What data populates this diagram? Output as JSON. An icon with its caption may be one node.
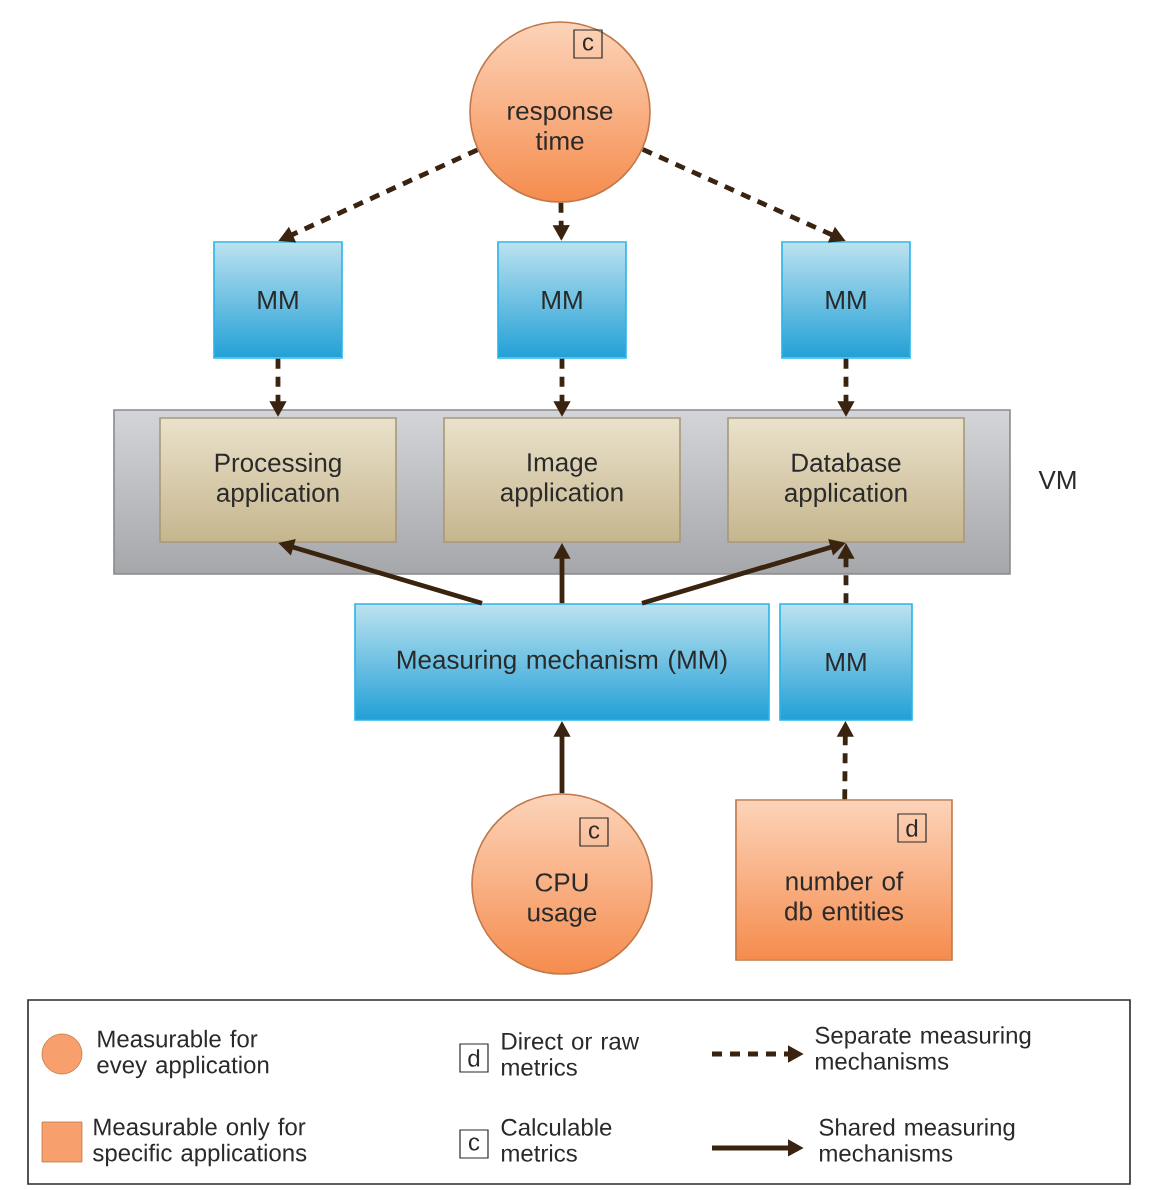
{
  "diagram": {
    "nodes": [
      {
        "text": [
          "c",
          "response time"
        ]
      },
      {
        "text": [
          "MM"
        ]
      },
      {
        "text": [
          "MM"
        ]
      },
      {
        "text": [
          "MM"
        ]
      },
      {
        "text": [
          "VM"
        ]
      },
      {
        "text": [
          "Processing application"
        ],
        "in": 4
      },
      {
        "text": [
          "Image application"
        ],
        "in": 4
      },
      {
        "text": [
          "Database application"
        ],
        "in": 4
      },
      {
        "text": [
          "Measuring mechanism (MM)"
        ]
      },
      {
        "text": [
          "MM"
        ]
      },
      {
        "text": [
          "c",
          "CPU usage"
        ]
      },
      {
        "text": [
          "d",
          "number of db entities"
        ]
      }
    ],
    "edges": [
      {
        "from": 0,
        "to": 1,
        "arrow": "to",
        "style": "dashed"
      },
      {
        "from": 0,
        "to": 2,
        "arrow": "to",
        "style": "dashed"
      },
      {
        "from": 0,
        "to": 3,
        "arrow": "to",
        "style": "dashed"
      },
      {
        "from": 1,
        "to": 5,
        "arrow": "to",
        "style": "dashed"
      },
      {
        "from": 2,
        "to": 6,
        "arrow": "to",
        "style": "dashed"
      },
      {
        "from": 3,
        "to": 7,
        "arrow": "to",
        "style": "dashed"
      },
      {
        "from": 8,
        "to": 5,
        "arrow": "to"
      },
      {
        "from": 8,
        "to": 6,
        "arrow": "to"
      },
      {
        "from": 8,
        "to": 7,
        "arrow": "to"
      },
      {
        "from": 9,
        "to": 7,
        "arrow": "to",
        "style": "dashed"
      },
      {
        "from": 10,
        "to": 8,
        "arrow": "to"
      },
      {
        "from": 11,
        "to": 9,
        "arrow": "to",
        "style": "dashed"
      }
    ],
    "labels": [
      "d",
      "c"
    ],
    "legend": [
      {
        "text": "Measurable for evey application",
        "color": "#f7a06e"
      },
      {
        "text": "Direct or raw metrics"
      },
      {
        "text": "Separate measuring mechanisms"
      },
      {
        "text": "Measurable only for specific applications",
        "color": "#f7a06e"
      },
      {
        "text": "Calculable metrics"
      },
      {
        "text": "Shared measuring mechanisms"
      }
    ]
  }
}
